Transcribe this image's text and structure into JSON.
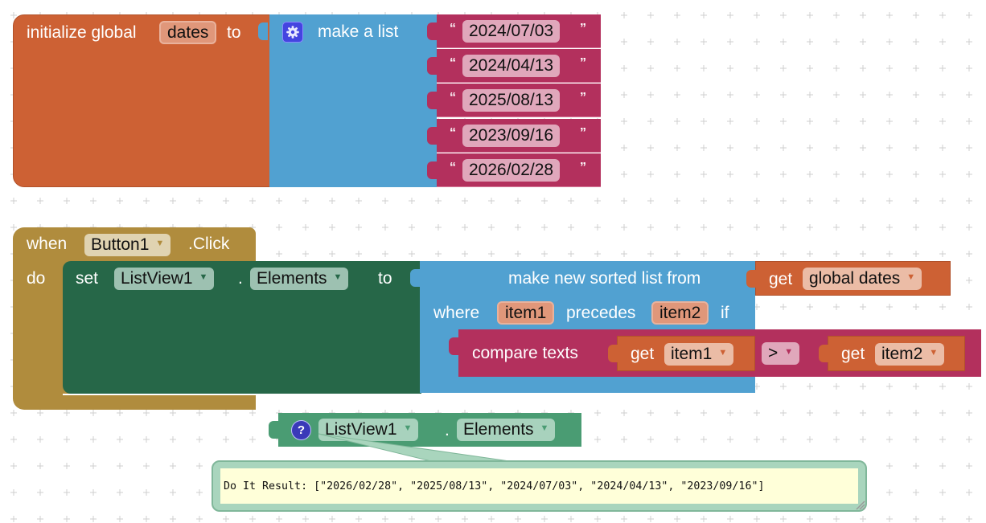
{
  "workspace": {
    "grid": "plus-grid"
  },
  "init_block": {
    "label_initialize": "initialize global",
    "var_name": "dates",
    "label_to": "to"
  },
  "make_list_block": {
    "gear_icon": "gear-icon",
    "label": "make a list",
    "items": [
      {
        "open_quote": "“",
        "value": "2024/07/03",
        "close_quote": "”"
      },
      {
        "open_quote": "“",
        "value": "2024/04/13",
        "close_quote": "”"
      },
      {
        "open_quote": "“",
        "value": "2025/08/13",
        "close_quote": "”"
      },
      {
        "open_quote": "“",
        "value": "2023/09/16",
        "close_quote": "”"
      },
      {
        "open_quote": "“",
        "value": "2026/02/28",
        "close_quote": "”"
      }
    ]
  },
  "event_block": {
    "label_when": "when",
    "component": "Button1",
    "event": ".Click",
    "label_do": "do"
  },
  "set_block": {
    "label_set": "set",
    "component": "ListView1",
    "dot": ".",
    "property": "Elements",
    "label_to": "to"
  },
  "sort_block": {
    "label_main": "make new sorted list from",
    "label_where": "where",
    "param1": "item1",
    "label_precedes": "precedes",
    "param2": "item2",
    "label_if": "if"
  },
  "get_global": {
    "label_get": "get",
    "var": "global dates"
  },
  "compare_block": {
    "label": "compare texts",
    "left_get": "get",
    "left_var": "item1",
    "operator": ">",
    "right_get": "get",
    "right_var": "item2"
  },
  "getter_block": {
    "help_icon": "?",
    "component": "ListView1",
    "dot": ".",
    "property": "Elements"
  },
  "result": {
    "text": "Do It Result: [\"2026/02/28\", \"2025/08/13\", \"2024/07/03\", \"2024/04/13\", \"2023/09/16\"]"
  },
  "colors": {
    "variables": "#cd6134",
    "lists": "#51a1d1",
    "text": "#b3305d",
    "control_event": "#b08c3d",
    "component_setter": "#266748",
    "component_getter": "#4a9c73",
    "result_bg": "#ffffd9"
  }
}
